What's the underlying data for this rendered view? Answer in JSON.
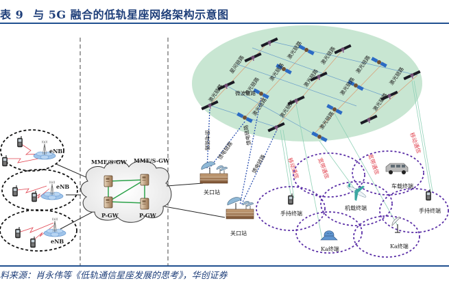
{
  "header": {
    "table_prefix": "表 9",
    "title": "与 5G 融合的低轨星座网络架构示意图"
  },
  "footer": {
    "source": "料来源：肖永伟等《低轨通信星座发展的思考》，华创证券"
  },
  "diagram": {
    "access_network": {
      "base_stations": [
        {
          "label": "eNB"
        },
        {
          "label": "eNB"
        },
        {
          "label": "eNB"
        }
      ]
    },
    "core_network": {
      "nodes": [
        {
          "label": "MME/S-GW"
        },
        {
          "label": "MME/S-GW"
        },
        {
          "label": "P-GW"
        },
        {
          "label": "P-GW"
        }
      ]
    },
    "gateways": [
      {
        "label": "关口站"
      },
      {
        "label": "关口站"
      }
    ],
    "constellation": {
      "link_labels": {
        "inter_satellite": "星间链路",
        "laser": "激光链路",
        "microwave": "微波链路",
        "feeder": "馈电链路"
      }
    },
    "access_links": {
      "mobile": "移动通信",
      "broadband": "宽带通信"
    },
    "terminals": [
      {
        "label": "手持终端"
      },
      {
        "label": "机载终端"
      },
      {
        "label": "车载终端"
      },
      {
        "label": "手持终端"
      },
      {
        "label": "Ka终端"
      },
      {
        "label": "Ka终端"
      }
    ],
    "colors": {
      "constellation_fill": "#c8e6d2",
      "coverage_dash": "#5a2ea6",
      "feeder_dash": "#2a4fb0",
      "mobile_label": "#e0424e",
      "core_link": "#2ca24a",
      "title": "#1f3f7a"
    }
  }
}
